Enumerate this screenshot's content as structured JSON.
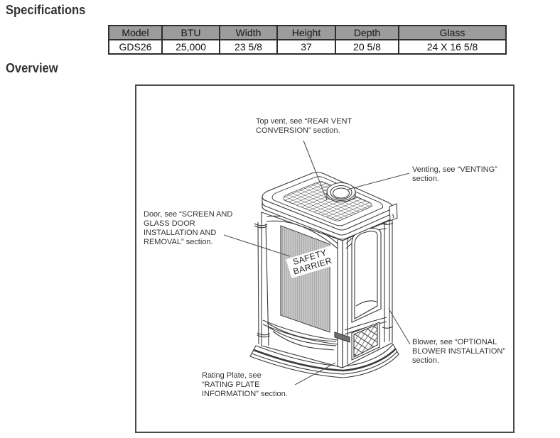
{
  "page": {
    "specifications_heading": "Specifications",
    "overview_heading": "Overview"
  },
  "spec_table": {
    "columns": [
      "Model",
      "BTU",
      "Width",
      "Height",
      "Depth",
      "Glass"
    ],
    "rows": [
      [
        "GDS26",
        "25,000",
        "23 5/8",
        "37",
        "20 5/8",
        "24 X 16 5/8"
      ]
    ]
  },
  "diagram": {
    "safety_barrier_label": "SAFETY\nBARRIER",
    "callouts": {
      "top_vent": "Top vent, see “REAR VENT\nCONVERSION” section.",
      "venting": "Venting, see “VENTING”\nsection.",
      "door": "Door, see “SCREEN AND\nGLASS DOOR\nINSTALLATION AND\nREMOVAL” section.",
      "blower": "Blower, see “OPTIONAL\nBLOWER INSTALLATION”\nsection.",
      "rating_plate": "Rating Plate, see\n“RATING PLATE\nINFORMATION” section."
    },
    "colors": {
      "line": "#3a3a3a",
      "screen_gray": "#c6c6c6",
      "table_header_gray": "#9c9c9c"
    }
  }
}
